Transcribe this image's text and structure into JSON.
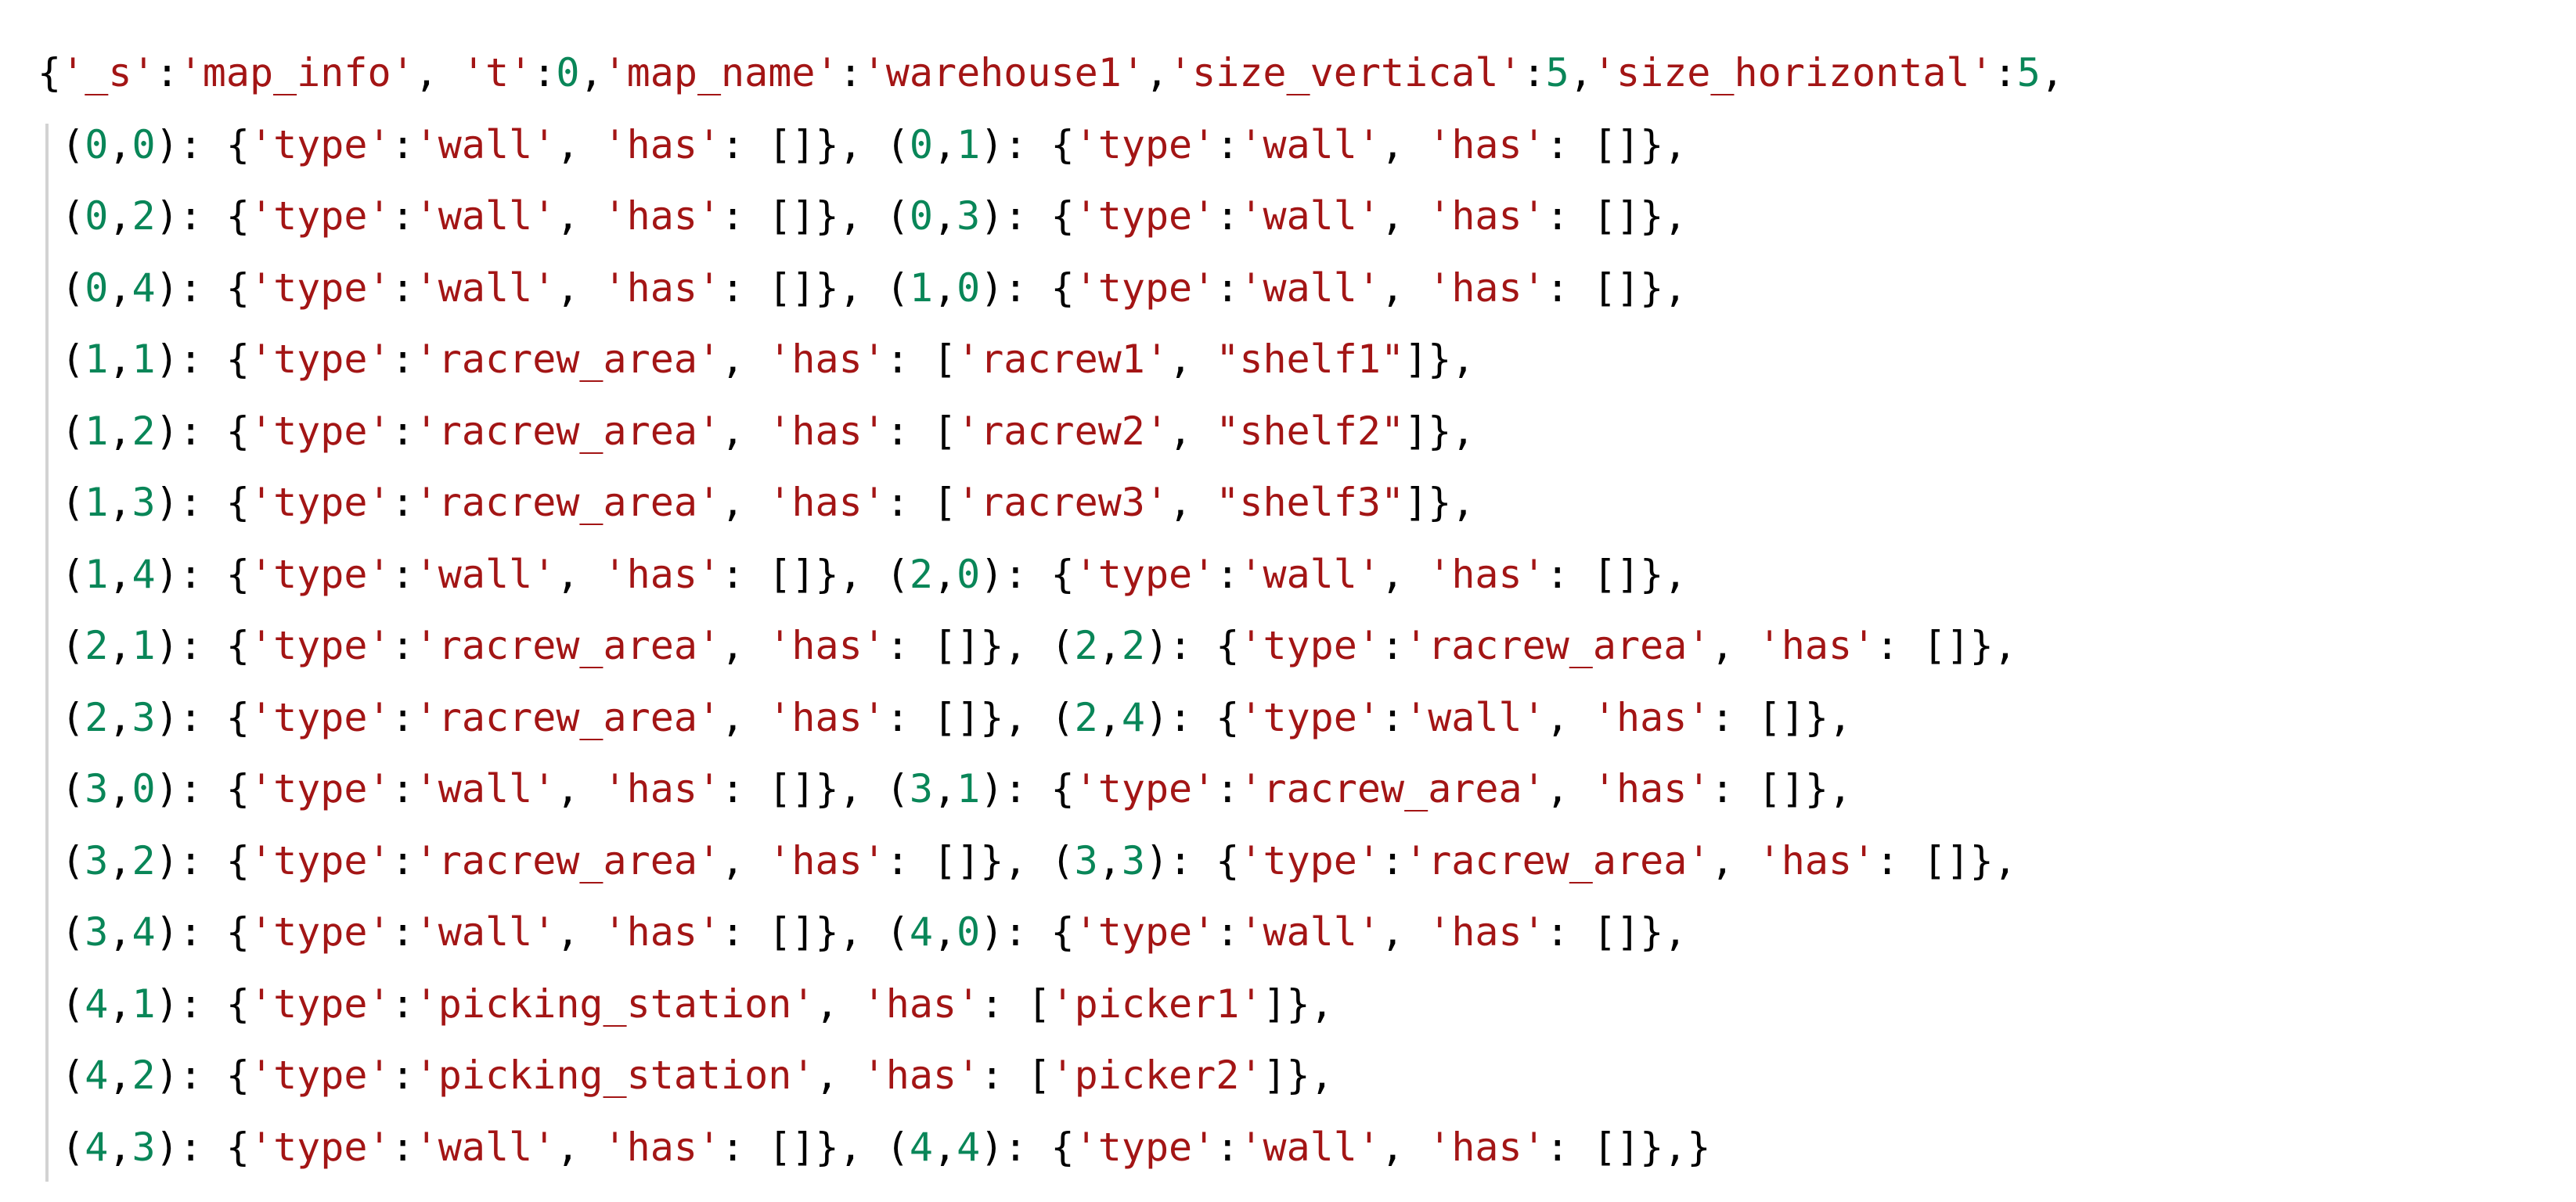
{
  "colors": {
    "background": "#ffffff",
    "string": "#a31515",
    "number": "#098658",
    "punctuation": "#000000",
    "indent_guide": "#d2d2d2"
  },
  "code_lines": [
    [
      {
        "t": "p",
        "v": "{"
      },
      {
        "t": "s",
        "v": "'_s'"
      },
      {
        "t": "p",
        "v": ":"
      },
      {
        "t": "s",
        "v": "'map_info'"
      },
      {
        "t": "p",
        "v": ", "
      },
      {
        "t": "s",
        "v": "'t'"
      },
      {
        "t": "p",
        "v": ":"
      },
      {
        "t": "n",
        "v": "0"
      },
      {
        "t": "p",
        "v": ","
      },
      {
        "t": "s",
        "v": "'map_name'"
      },
      {
        "t": "p",
        "v": ":"
      },
      {
        "t": "s",
        "v": "'warehouse1'"
      },
      {
        "t": "p",
        "v": ","
      },
      {
        "t": "s",
        "v": "'size_vertical'"
      },
      {
        "t": "p",
        "v": ":"
      },
      {
        "t": "n",
        "v": "5"
      },
      {
        "t": "p",
        "v": ","
      },
      {
        "t": "s",
        "v": "'size_horizontal'"
      },
      {
        "t": "p",
        "v": ":"
      },
      {
        "t": "n",
        "v": "5"
      },
      {
        "t": "p",
        "v": ","
      }
    ],
    [
      {
        "t": "p",
        "v": " ("
      },
      {
        "t": "n",
        "v": "0"
      },
      {
        "t": "p",
        "v": ","
      },
      {
        "t": "n",
        "v": "0"
      },
      {
        "t": "p",
        "v": "): {"
      },
      {
        "t": "s",
        "v": "'type'"
      },
      {
        "t": "p",
        "v": ":"
      },
      {
        "t": "s",
        "v": "'wall'"
      },
      {
        "t": "p",
        "v": ", "
      },
      {
        "t": "s",
        "v": "'has'"
      },
      {
        "t": "p",
        "v": ": []}, ("
      },
      {
        "t": "n",
        "v": "0"
      },
      {
        "t": "p",
        "v": ","
      },
      {
        "t": "n",
        "v": "1"
      },
      {
        "t": "p",
        "v": "): {"
      },
      {
        "t": "s",
        "v": "'type'"
      },
      {
        "t": "p",
        "v": ":"
      },
      {
        "t": "s",
        "v": "'wall'"
      },
      {
        "t": "p",
        "v": ", "
      },
      {
        "t": "s",
        "v": "'has'"
      },
      {
        "t": "p",
        "v": ": []},"
      }
    ],
    [
      {
        "t": "p",
        "v": " ("
      },
      {
        "t": "n",
        "v": "0"
      },
      {
        "t": "p",
        "v": ","
      },
      {
        "t": "n",
        "v": "2"
      },
      {
        "t": "p",
        "v": "): {"
      },
      {
        "t": "s",
        "v": "'type'"
      },
      {
        "t": "p",
        "v": ":"
      },
      {
        "t": "s",
        "v": "'wall'"
      },
      {
        "t": "p",
        "v": ", "
      },
      {
        "t": "s",
        "v": "'has'"
      },
      {
        "t": "p",
        "v": ": []}, ("
      },
      {
        "t": "n",
        "v": "0"
      },
      {
        "t": "p",
        "v": ","
      },
      {
        "t": "n",
        "v": "3"
      },
      {
        "t": "p",
        "v": "): {"
      },
      {
        "t": "s",
        "v": "'type'"
      },
      {
        "t": "p",
        "v": ":"
      },
      {
        "t": "s",
        "v": "'wall'"
      },
      {
        "t": "p",
        "v": ", "
      },
      {
        "t": "s",
        "v": "'has'"
      },
      {
        "t": "p",
        "v": ": []},"
      }
    ],
    [
      {
        "t": "p",
        "v": " ("
      },
      {
        "t": "n",
        "v": "0"
      },
      {
        "t": "p",
        "v": ","
      },
      {
        "t": "n",
        "v": "4"
      },
      {
        "t": "p",
        "v": "): {"
      },
      {
        "t": "s",
        "v": "'type'"
      },
      {
        "t": "p",
        "v": ":"
      },
      {
        "t": "s",
        "v": "'wall'"
      },
      {
        "t": "p",
        "v": ", "
      },
      {
        "t": "s",
        "v": "'has'"
      },
      {
        "t": "p",
        "v": ": []}, ("
      },
      {
        "t": "n",
        "v": "1"
      },
      {
        "t": "p",
        "v": ","
      },
      {
        "t": "n",
        "v": "0"
      },
      {
        "t": "p",
        "v": "): {"
      },
      {
        "t": "s",
        "v": "'type'"
      },
      {
        "t": "p",
        "v": ":"
      },
      {
        "t": "s",
        "v": "'wall'"
      },
      {
        "t": "p",
        "v": ", "
      },
      {
        "t": "s",
        "v": "'has'"
      },
      {
        "t": "p",
        "v": ": []},"
      }
    ],
    [
      {
        "t": "p",
        "v": " ("
      },
      {
        "t": "n",
        "v": "1"
      },
      {
        "t": "p",
        "v": ","
      },
      {
        "t": "n",
        "v": "1"
      },
      {
        "t": "p",
        "v": "): {"
      },
      {
        "t": "s",
        "v": "'type'"
      },
      {
        "t": "p",
        "v": ":"
      },
      {
        "t": "s",
        "v": "'racrew_area'"
      },
      {
        "t": "p",
        "v": ", "
      },
      {
        "t": "s",
        "v": "'has'"
      },
      {
        "t": "p",
        "v": ": ["
      },
      {
        "t": "s",
        "v": "'racrew1'"
      },
      {
        "t": "p",
        "v": ", "
      },
      {
        "t": "s",
        "v": "\"shelf1\""
      },
      {
        "t": "p",
        "v": "]},"
      }
    ],
    [
      {
        "t": "p",
        "v": " ("
      },
      {
        "t": "n",
        "v": "1"
      },
      {
        "t": "p",
        "v": ","
      },
      {
        "t": "n",
        "v": "2"
      },
      {
        "t": "p",
        "v": "): {"
      },
      {
        "t": "s",
        "v": "'type'"
      },
      {
        "t": "p",
        "v": ":"
      },
      {
        "t": "s",
        "v": "'racrew_area'"
      },
      {
        "t": "p",
        "v": ", "
      },
      {
        "t": "s",
        "v": "'has'"
      },
      {
        "t": "p",
        "v": ": ["
      },
      {
        "t": "s",
        "v": "'racrew2'"
      },
      {
        "t": "p",
        "v": ", "
      },
      {
        "t": "s",
        "v": "\"shelf2\""
      },
      {
        "t": "p",
        "v": "]},"
      }
    ],
    [
      {
        "t": "p",
        "v": " ("
      },
      {
        "t": "n",
        "v": "1"
      },
      {
        "t": "p",
        "v": ","
      },
      {
        "t": "n",
        "v": "3"
      },
      {
        "t": "p",
        "v": "): {"
      },
      {
        "t": "s",
        "v": "'type'"
      },
      {
        "t": "p",
        "v": ":"
      },
      {
        "t": "s",
        "v": "'racrew_area'"
      },
      {
        "t": "p",
        "v": ", "
      },
      {
        "t": "s",
        "v": "'has'"
      },
      {
        "t": "p",
        "v": ": ["
      },
      {
        "t": "s",
        "v": "'racrew3'"
      },
      {
        "t": "p",
        "v": ", "
      },
      {
        "t": "s",
        "v": "\"shelf3\""
      },
      {
        "t": "p",
        "v": "]},"
      }
    ],
    [
      {
        "t": "p",
        "v": " ("
      },
      {
        "t": "n",
        "v": "1"
      },
      {
        "t": "p",
        "v": ","
      },
      {
        "t": "n",
        "v": "4"
      },
      {
        "t": "p",
        "v": "): {"
      },
      {
        "t": "s",
        "v": "'type'"
      },
      {
        "t": "p",
        "v": ":"
      },
      {
        "t": "s",
        "v": "'wall'"
      },
      {
        "t": "p",
        "v": ", "
      },
      {
        "t": "s",
        "v": "'has'"
      },
      {
        "t": "p",
        "v": ": []}, ("
      },
      {
        "t": "n",
        "v": "2"
      },
      {
        "t": "p",
        "v": ","
      },
      {
        "t": "n",
        "v": "0"
      },
      {
        "t": "p",
        "v": "): {"
      },
      {
        "t": "s",
        "v": "'type'"
      },
      {
        "t": "p",
        "v": ":"
      },
      {
        "t": "s",
        "v": "'wall'"
      },
      {
        "t": "p",
        "v": ", "
      },
      {
        "t": "s",
        "v": "'has'"
      },
      {
        "t": "p",
        "v": ": []},"
      }
    ],
    [
      {
        "t": "p",
        "v": " ("
      },
      {
        "t": "n",
        "v": "2"
      },
      {
        "t": "p",
        "v": ","
      },
      {
        "t": "n",
        "v": "1"
      },
      {
        "t": "p",
        "v": "): {"
      },
      {
        "t": "s",
        "v": "'type'"
      },
      {
        "t": "p",
        "v": ":"
      },
      {
        "t": "s",
        "v": "'racrew_area'"
      },
      {
        "t": "p",
        "v": ", "
      },
      {
        "t": "s",
        "v": "'has'"
      },
      {
        "t": "p",
        "v": ": []}, ("
      },
      {
        "t": "n",
        "v": "2"
      },
      {
        "t": "p",
        "v": ","
      },
      {
        "t": "n",
        "v": "2"
      },
      {
        "t": "p",
        "v": "): {"
      },
      {
        "t": "s",
        "v": "'type'"
      },
      {
        "t": "p",
        "v": ":"
      },
      {
        "t": "s",
        "v": "'racrew_area'"
      },
      {
        "t": "p",
        "v": ", "
      },
      {
        "t": "s",
        "v": "'has'"
      },
      {
        "t": "p",
        "v": ": []},"
      }
    ],
    [
      {
        "t": "p",
        "v": " ("
      },
      {
        "t": "n",
        "v": "2"
      },
      {
        "t": "p",
        "v": ","
      },
      {
        "t": "n",
        "v": "3"
      },
      {
        "t": "p",
        "v": "): {"
      },
      {
        "t": "s",
        "v": "'type'"
      },
      {
        "t": "p",
        "v": ":"
      },
      {
        "t": "s",
        "v": "'racrew_area'"
      },
      {
        "t": "p",
        "v": ", "
      },
      {
        "t": "s",
        "v": "'has'"
      },
      {
        "t": "p",
        "v": ": []}, ("
      },
      {
        "t": "n",
        "v": "2"
      },
      {
        "t": "p",
        "v": ","
      },
      {
        "t": "n",
        "v": "4"
      },
      {
        "t": "p",
        "v": "): {"
      },
      {
        "t": "s",
        "v": "'type'"
      },
      {
        "t": "p",
        "v": ":"
      },
      {
        "t": "s",
        "v": "'wall'"
      },
      {
        "t": "p",
        "v": ", "
      },
      {
        "t": "s",
        "v": "'has'"
      },
      {
        "t": "p",
        "v": ": []},"
      }
    ],
    [
      {
        "t": "p",
        "v": " ("
      },
      {
        "t": "n",
        "v": "3"
      },
      {
        "t": "p",
        "v": ","
      },
      {
        "t": "n",
        "v": "0"
      },
      {
        "t": "p",
        "v": "): {"
      },
      {
        "t": "s",
        "v": "'type'"
      },
      {
        "t": "p",
        "v": ":"
      },
      {
        "t": "s",
        "v": "'wall'"
      },
      {
        "t": "p",
        "v": ", "
      },
      {
        "t": "s",
        "v": "'has'"
      },
      {
        "t": "p",
        "v": ": []}, ("
      },
      {
        "t": "n",
        "v": "3"
      },
      {
        "t": "p",
        "v": ","
      },
      {
        "t": "n",
        "v": "1"
      },
      {
        "t": "p",
        "v": "): {"
      },
      {
        "t": "s",
        "v": "'type'"
      },
      {
        "t": "p",
        "v": ":"
      },
      {
        "t": "s",
        "v": "'racrew_area'"
      },
      {
        "t": "p",
        "v": ", "
      },
      {
        "t": "s",
        "v": "'has'"
      },
      {
        "t": "p",
        "v": ": []},"
      }
    ],
    [
      {
        "t": "p",
        "v": " ("
      },
      {
        "t": "n",
        "v": "3"
      },
      {
        "t": "p",
        "v": ","
      },
      {
        "t": "n",
        "v": "2"
      },
      {
        "t": "p",
        "v": "): {"
      },
      {
        "t": "s",
        "v": "'type'"
      },
      {
        "t": "p",
        "v": ":"
      },
      {
        "t": "s",
        "v": "'racrew_area'"
      },
      {
        "t": "p",
        "v": ", "
      },
      {
        "t": "s",
        "v": "'has'"
      },
      {
        "t": "p",
        "v": ": []}, ("
      },
      {
        "t": "n",
        "v": "3"
      },
      {
        "t": "p",
        "v": ","
      },
      {
        "t": "n",
        "v": "3"
      },
      {
        "t": "p",
        "v": "): {"
      },
      {
        "t": "s",
        "v": "'type'"
      },
      {
        "t": "p",
        "v": ":"
      },
      {
        "t": "s",
        "v": "'racrew_area'"
      },
      {
        "t": "p",
        "v": ", "
      },
      {
        "t": "s",
        "v": "'has'"
      },
      {
        "t": "p",
        "v": ": []},"
      }
    ],
    [
      {
        "t": "p",
        "v": " ("
      },
      {
        "t": "n",
        "v": "3"
      },
      {
        "t": "p",
        "v": ","
      },
      {
        "t": "n",
        "v": "4"
      },
      {
        "t": "p",
        "v": "): {"
      },
      {
        "t": "s",
        "v": "'type'"
      },
      {
        "t": "p",
        "v": ":"
      },
      {
        "t": "s",
        "v": "'wall'"
      },
      {
        "t": "p",
        "v": ", "
      },
      {
        "t": "s",
        "v": "'has'"
      },
      {
        "t": "p",
        "v": ": []}, ("
      },
      {
        "t": "n",
        "v": "4"
      },
      {
        "t": "p",
        "v": ","
      },
      {
        "t": "n",
        "v": "0"
      },
      {
        "t": "p",
        "v": "): {"
      },
      {
        "t": "s",
        "v": "'type'"
      },
      {
        "t": "p",
        "v": ":"
      },
      {
        "t": "s",
        "v": "'wall'"
      },
      {
        "t": "p",
        "v": ", "
      },
      {
        "t": "s",
        "v": "'has'"
      },
      {
        "t": "p",
        "v": ": []},"
      }
    ],
    [
      {
        "t": "p",
        "v": " ("
      },
      {
        "t": "n",
        "v": "4"
      },
      {
        "t": "p",
        "v": ","
      },
      {
        "t": "n",
        "v": "1"
      },
      {
        "t": "p",
        "v": "): {"
      },
      {
        "t": "s",
        "v": "'type'"
      },
      {
        "t": "p",
        "v": ":"
      },
      {
        "t": "s",
        "v": "'picking_station'"
      },
      {
        "t": "p",
        "v": ", "
      },
      {
        "t": "s",
        "v": "'has'"
      },
      {
        "t": "p",
        "v": ": ["
      },
      {
        "t": "s",
        "v": "'picker1'"
      },
      {
        "t": "p",
        "v": "]},"
      }
    ],
    [
      {
        "t": "p",
        "v": " ("
      },
      {
        "t": "n",
        "v": "4"
      },
      {
        "t": "p",
        "v": ","
      },
      {
        "t": "n",
        "v": "2"
      },
      {
        "t": "p",
        "v": "): {"
      },
      {
        "t": "s",
        "v": "'type'"
      },
      {
        "t": "p",
        "v": ":"
      },
      {
        "t": "s",
        "v": "'picking_station'"
      },
      {
        "t": "p",
        "v": ", "
      },
      {
        "t": "s",
        "v": "'has'"
      },
      {
        "t": "p",
        "v": ": ["
      },
      {
        "t": "s",
        "v": "'picker2'"
      },
      {
        "t": "p",
        "v": "]},"
      }
    ],
    [
      {
        "t": "p",
        "v": " ("
      },
      {
        "t": "n",
        "v": "4"
      },
      {
        "t": "p",
        "v": ","
      },
      {
        "t": "n",
        "v": "3"
      },
      {
        "t": "p",
        "v": "): {"
      },
      {
        "t": "s",
        "v": "'type'"
      },
      {
        "t": "p",
        "v": ":"
      },
      {
        "t": "s",
        "v": "'wall'"
      },
      {
        "t": "p",
        "v": ", "
      },
      {
        "t": "s",
        "v": "'has'"
      },
      {
        "t": "p",
        "v": ": []}, ("
      },
      {
        "t": "n",
        "v": "4"
      },
      {
        "t": "p",
        "v": ","
      },
      {
        "t": "n",
        "v": "4"
      },
      {
        "t": "p",
        "v": "): {"
      },
      {
        "t": "s",
        "v": "'type'"
      },
      {
        "t": "p",
        "v": ":"
      },
      {
        "t": "s",
        "v": "'wall'"
      },
      {
        "t": "p",
        "v": ", "
      },
      {
        "t": "s",
        "v": "'has'"
      },
      {
        "t": "p",
        "v": ": []},}"
      }
    ]
  ]
}
